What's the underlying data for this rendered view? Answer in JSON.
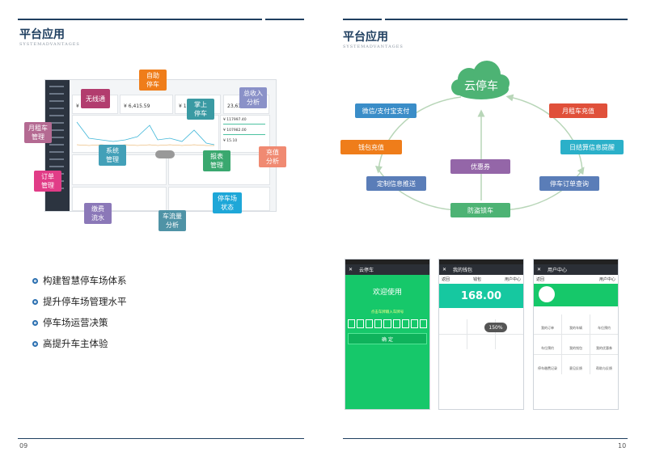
{
  "left": {
    "title": "平台应用",
    "subtitle": "SYSTEMADVANTAGES",
    "page_no": "09",
    "dashboard": {
      "card1": "¥ 32,00",
      "card2": "¥ 6,415.59",
      "card3": "¥ 1,183",
      "card4": "23,632",
      "stat1": "¥ 117997.40",
      "stat2": "¥ 107982.00",
      "stat3": "¥ 15.10"
    },
    "tags": {
      "auto": "自助\n停车",
      "noweb": "无线通",
      "palm": "掌上\n停车",
      "income": "总收入\n分析",
      "monthly": "月租车\n管理",
      "system": "系统\n管理",
      "report": "报表\n管理",
      "recharge": "充值\n分析",
      "order": "订单\n管理",
      "status": "停车场\n状态",
      "fee": "缴费\n流水",
      "flow": "车流量\n分析"
    },
    "bullets": [
      "构建智慧停车场体系",
      "提升停车场管理水平",
      "停车场运营决策",
      "高提升车主体验"
    ]
  },
  "right": {
    "title": "平台应用",
    "subtitle": "SYSTEMADVANTAGES",
    "page_no": "10",
    "cloud": "云停车",
    "nodes": {
      "wechat": "微信/支付宝支付",
      "monthly": "月租车充值",
      "wallet": "钱包充值",
      "daily": "日结算信息提醒",
      "custom": "定制信息推送",
      "order": "停车订单查询",
      "coupon": "优惠券",
      "lock": "防盗锁车"
    },
    "phone1": {
      "bar": "云停车",
      "welcome": "欢迎使用",
      "hint": "点击车牌输入车牌号",
      "btn": "确 定"
    },
    "phone2": {
      "bar": "我的钱包",
      "back": "返回",
      "mid": "钱包",
      "right": "用户中心",
      "amount": "168.00",
      "badge": "150%"
    },
    "phone3": {
      "bar": "用户中心",
      "back": "返回",
      "right": "用户中心",
      "items": [
        "我的订单",
        "我的车辆",
        "车位预约",
        "车位预约",
        "我的钱包",
        "我的优惠券",
        "停车缴费记录",
        "意见反馈",
        "帮助与反馈"
      ]
    }
  },
  "colors": {
    "navy": "#1f3f60",
    "green": "#4db374",
    "blue": "#3a8dc8",
    "red": "#e0503a",
    "orange": "#ef7d1a",
    "purple": "#9466a8",
    "slate": "#5a7db8",
    "teal": "#2bb0c9"
  }
}
